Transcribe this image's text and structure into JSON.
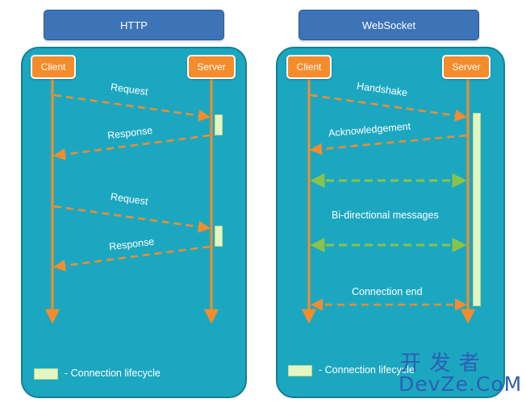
{
  "http": {
    "title": "HTTP",
    "client": "Client",
    "server": "Server",
    "messages": [
      "Request",
      "Response",
      "Request",
      "Response"
    ],
    "legend": "- Connection lifecycle"
  },
  "websocket": {
    "title": "WebSocket",
    "client": "Client",
    "server": "Server",
    "messages": [
      "Handshake",
      "Acknowledgement",
      "Bi-directional messages",
      "Connection end"
    ],
    "legend": "- Connection lifecycle"
  },
  "watermark": {
    "cn": "开 发 者",
    "en": "DevZe.CoM"
  },
  "colors": {
    "panel": "#1ca7c1",
    "title_box": "#3d74b8",
    "node": "#f58c2c",
    "arrow": "#f58c2c",
    "bidirectional_arrow": "#8bc34a",
    "lifecycle_bar": "#e4f6c4"
  }
}
